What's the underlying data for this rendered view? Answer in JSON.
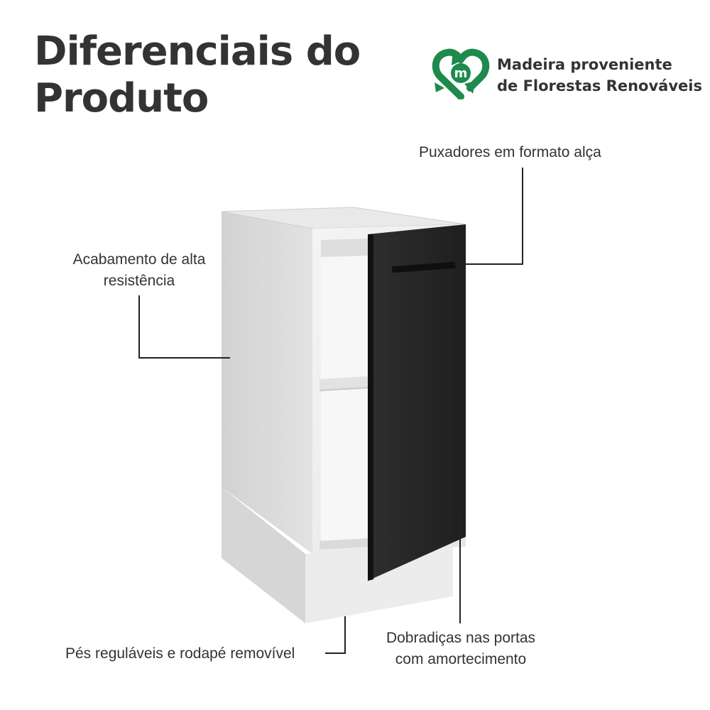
{
  "title": {
    "line1": "Diferenciais do",
    "line2": "Produto"
  },
  "eco_badge": {
    "line1": "Madeira proveniente",
    "line2": "de Florestas Renováveis",
    "logo_letter": "m",
    "icon": "recycle-heart-icon",
    "color": "#1e8a4c"
  },
  "features": {
    "handle": "Puxadores em formato alça",
    "finish_line1": "Acabamento de alta",
    "finish_line2": "resistência",
    "feet": "Pés reguláveis e rodapé removível",
    "hinges_line1": "Dobradiças nas portas",
    "hinges_line2": "com amortecimento"
  },
  "colors": {
    "text": "#333333",
    "door": "#262626",
    "cabinet": "#dcdcdc",
    "callout_line": "#222222"
  }
}
